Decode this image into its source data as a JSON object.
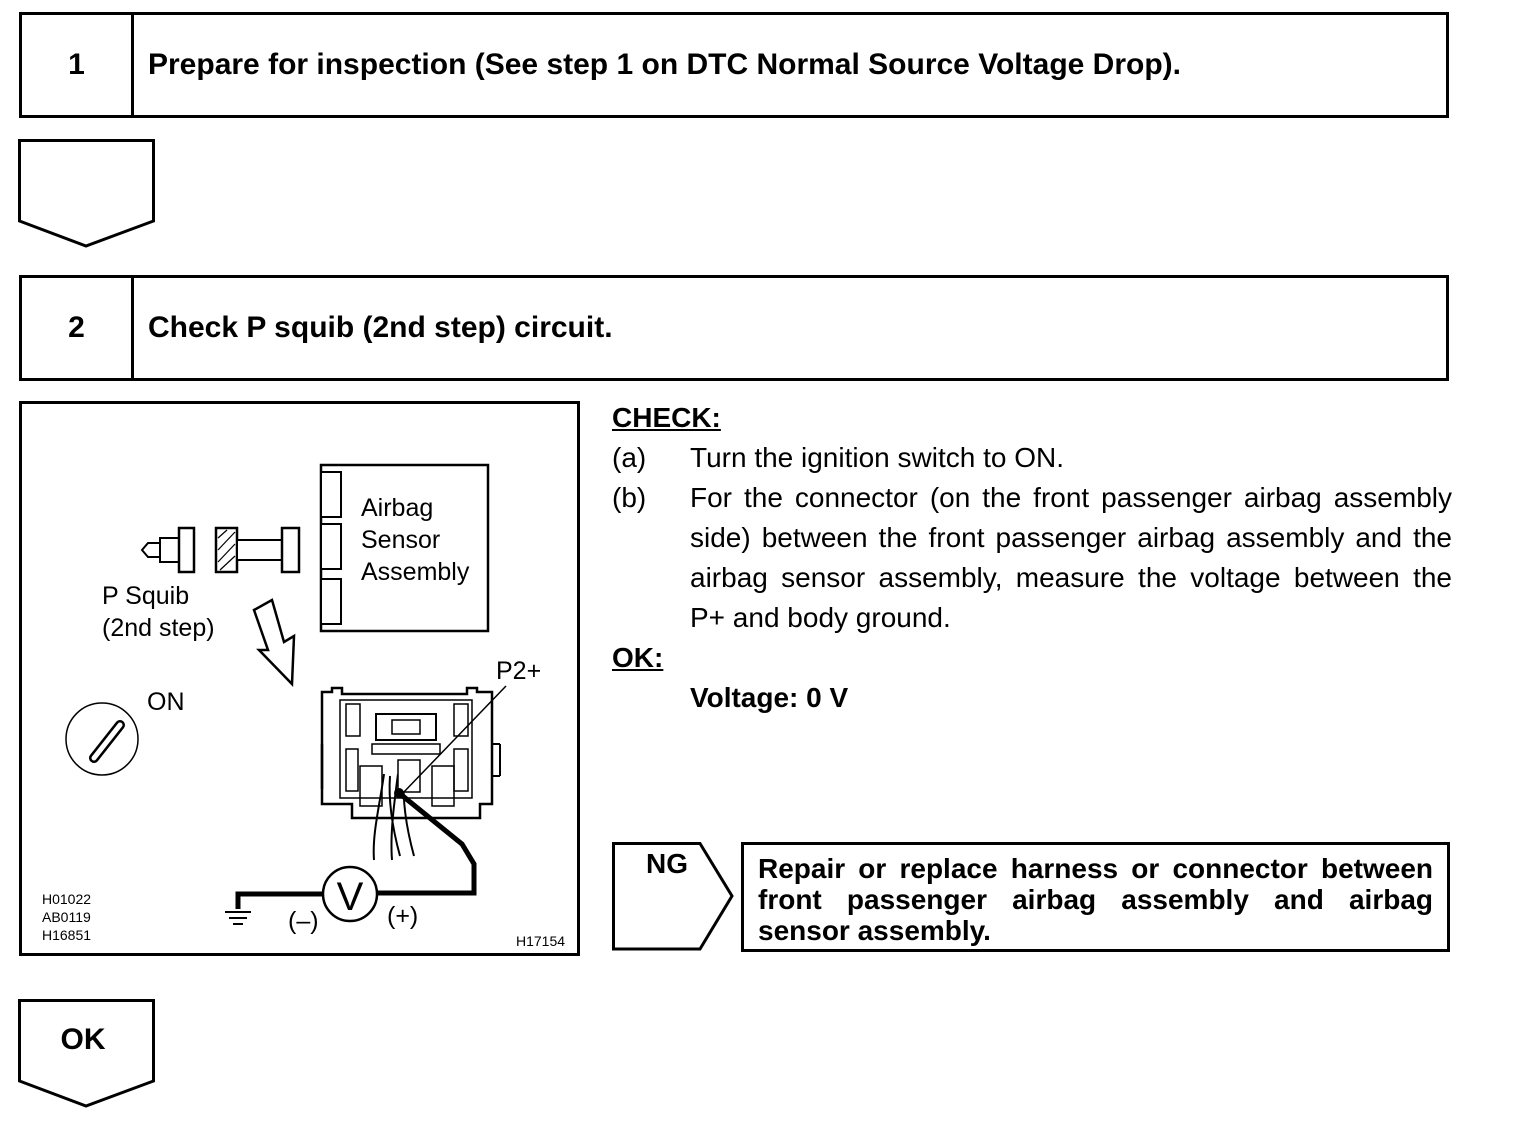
{
  "step1": {
    "number": "1",
    "title": "Prepare for inspection (See step 1 on DTC Normal Source Voltage Drop)."
  },
  "step2": {
    "number": "2",
    "title": "Check P squib (2nd step) circuit."
  },
  "figure": {
    "label_sensor_1": "Airbag",
    "label_sensor_2": "Sensor",
    "label_sensor_3": "Assembly",
    "label_squib_1": "P Squib",
    "label_squib_2": "(2nd step)",
    "label_on": "ON",
    "label_terminal": "P2+",
    "label_meter": "V",
    "label_minus": "(–)",
    "label_plus": "(+)",
    "code_1": "H01022",
    "code_2": "AB0119",
    "code_3": "H16851",
    "code_4": "H17154"
  },
  "check": {
    "heading": "CHECK:",
    "items": [
      {
        "label": "(a)",
        "text": "Turn the ignition switch to ON."
      },
      {
        "label": "(b)",
        "text": "For the connector (on the front passenger airbag assembly side) between the front passenger airbag assembly and the airbag sensor assembly, measure the voltage between the P+ and body ground."
      }
    ],
    "ok_heading": "OK:",
    "ok_value": "Voltage: 0 V"
  },
  "ng": {
    "label": "NG",
    "action": "Repair or replace harness or connector between front passenger airbag assembly and airbag sensor assembly."
  },
  "ok_arrow": {
    "label": "OK"
  }
}
